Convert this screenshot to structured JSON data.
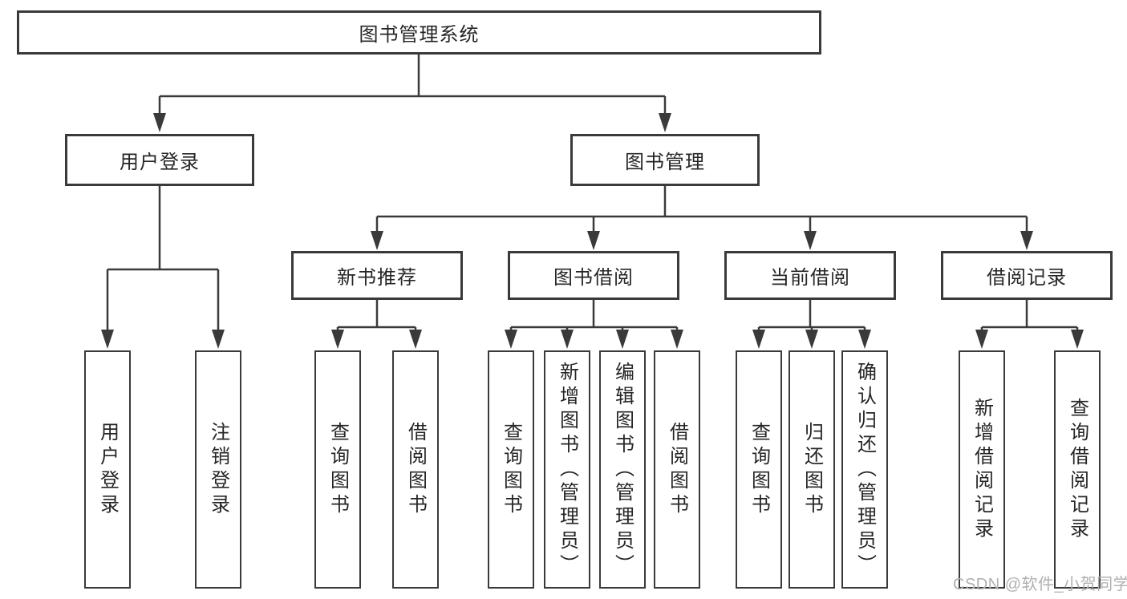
{
  "tree": {
    "root": "图书管理系统",
    "branches": [
      {
        "label": "用户登录",
        "children": [
          {
            "label": "用户登录"
          },
          {
            "label": "注销登录"
          }
        ]
      },
      {
        "label": "图书管理",
        "children": [
          {
            "label": "新书推荐",
            "children": [
              {
                "label": "查询图书"
              },
              {
                "label": "借阅图书"
              }
            ]
          },
          {
            "label": "图书借阅",
            "children": [
              {
                "label": "查询图书"
              },
              {
                "label": "新增图书（管理员）"
              },
              {
                "label": "编辑图书（管理员）"
              },
              {
                "label": "借阅图书"
              }
            ]
          },
          {
            "label": "当前借阅",
            "children": [
              {
                "label": "查询图书"
              },
              {
                "label": "归还图书"
              },
              {
                "label": "确认归还（管理员）"
              }
            ]
          },
          {
            "label": "借阅记录",
            "children": [
              {
                "label": "新增借阅记录"
              },
              {
                "label": "查询借阅记录"
              }
            ]
          }
        ]
      }
    ]
  },
  "watermark": {
    "text": "CSDN @软件_小贺同学"
  },
  "colors": {
    "line": "#3a3a3a",
    "box_border": "#3a3a3a",
    "box_background": "#ffffff",
    "text": "#262626",
    "watermark": "#b0b0b0",
    "page_background": "#ffffff"
  }
}
